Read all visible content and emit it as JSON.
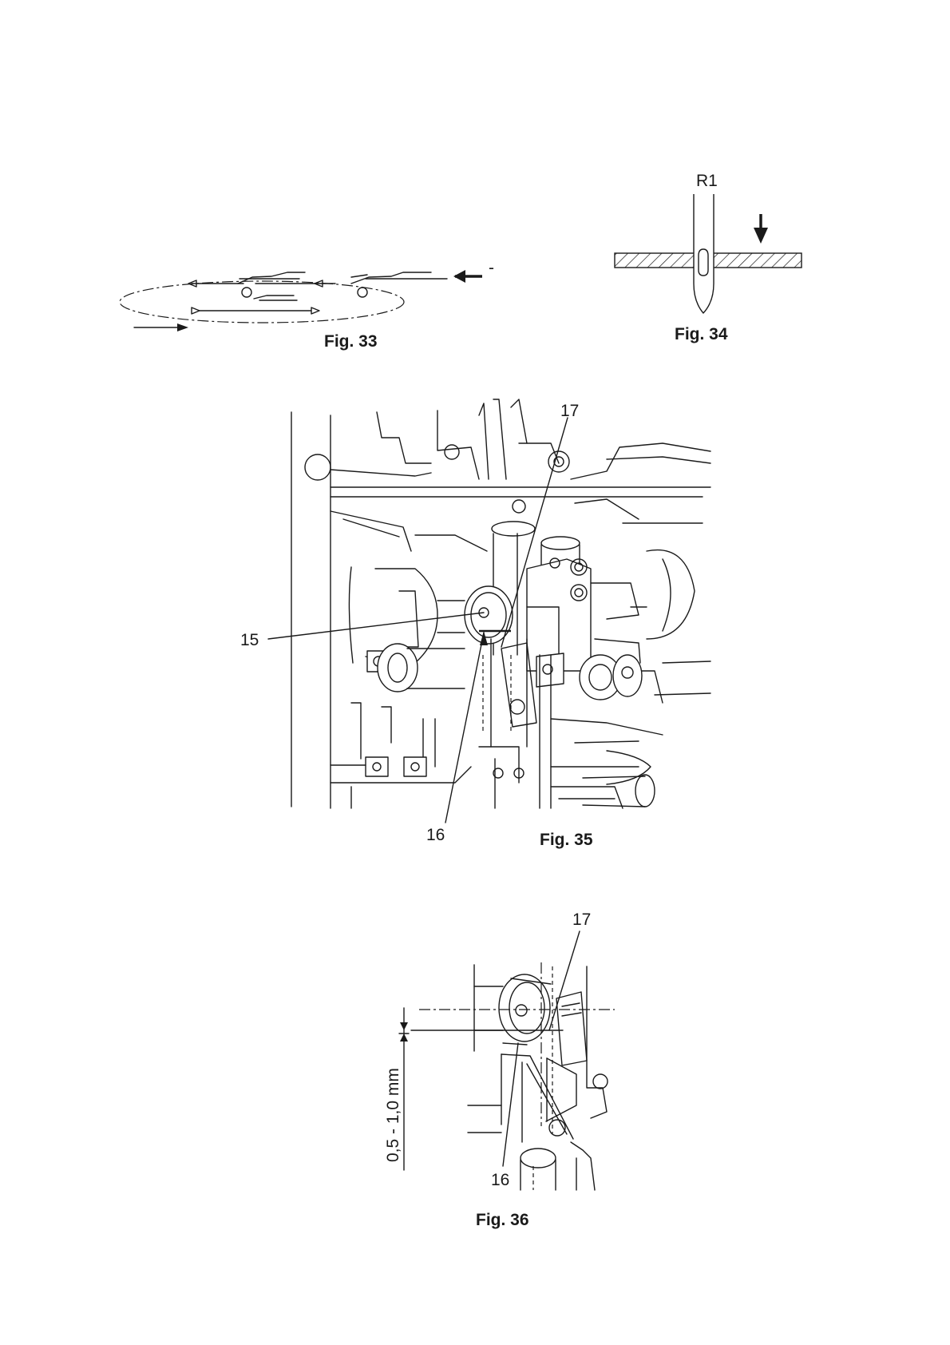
{
  "figures": {
    "fig33": {
      "caption": "Fig. 33",
      "sign": "-"
    },
    "fig34": {
      "caption": "Fig. 34",
      "label": "R1"
    },
    "fig35": {
      "caption": "Fig. 35",
      "labels": [
        "15",
        "16",
        "17"
      ]
    },
    "fig36": {
      "caption": "Fig. 36",
      "labels": [
        "16",
        "17"
      ],
      "dimension": "0,5 - 1,0 mm"
    }
  },
  "colors": {
    "ink": "#1a1a1a",
    "paper": "#ffffff"
  }
}
